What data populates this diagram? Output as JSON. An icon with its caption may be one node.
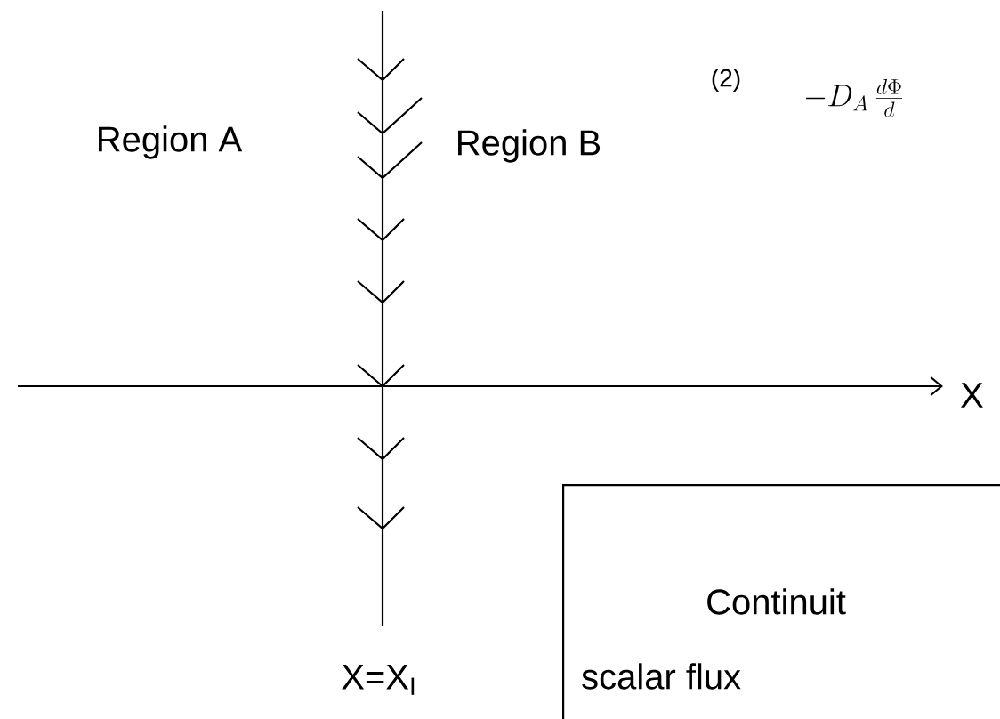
{
  "diagram": {
    "nodes": [
      {
        "text": [
          "Continuit",
          "scalar flux"
        ]
      }
    ],
    "labels": [
      "Region A",
      "Region B",
      "(2)",
      "-D_{A}\\,\\frac{d\\Phi}{d}",
      "X",
      "X=X$_{I}$"
    ]
  }
}
